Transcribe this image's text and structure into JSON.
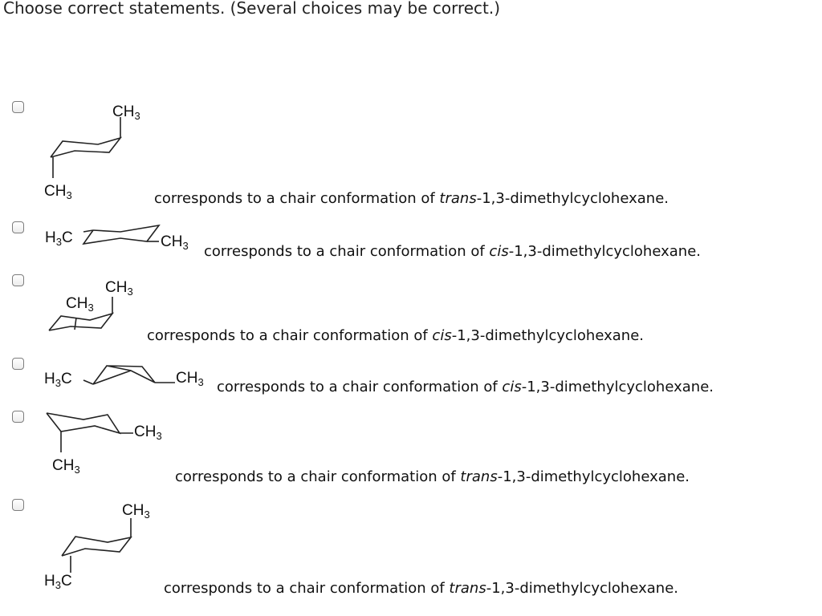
{
  "question": {
    "prompt": "Choose correct statements. (Several choices may be correct.)"
  },
  "options": [
    {
      "statement_prefix": "corresponds to a chair conformation of ",
      "isomer": "trans",
      "statement_suffix": "-1,3-dimethylcyclohexane.",
      "labels": [
        "CH",
        "3",
        "CH",
        "3"
      ]
    },
    {
      "statement_prefix": "corresponds to a chair conformation of ",
      "isomer": "cis",
      "statement_suffix": "-1,3-dimethylcyclohexane.",
      "labels": [
        "H",
        "3",
        "C",
        "CH",
        "3"
      ]
    },
    {
      "statement_prefix": "corresponds to a chair conformation of ",
      "isomer": "cis",
      "statement_suffix": "-1,3-dimethylcyclohexane.",
      "labels": [
        "CH",
        "3",
        "CH",
        "3"
      ]
    },
    {
      "statement_prefix": "corresponds to a chair conformation of ",
      "isomer": "cis",
      "statement_suffix": "-1,3-dimethylcyclohexane.",
      "labels": [
        "H",
        "3",
        "C",
        "CH",
        "3"
      ]
    },
    {
      "statement_prefix": "corresponds to a chair conformation of ",
      "isomer": "trans",
      "statement_suffix": "-1,3-dimethylcyclohexane.",
      "labels": [
        "CH",
        "3",
        "CH",
        "3"
      ]
    },
    {
      "statement_prefix": "corresponds to a chair conformation of ",
      "isomer": "trans",
      "statement_suffix": "-1,3-dimethylcyclohexane.",
      "labels": [
        "CH",
        "3",
        "H",
        "3",
        "C"
      ]
    }
  ]
}
